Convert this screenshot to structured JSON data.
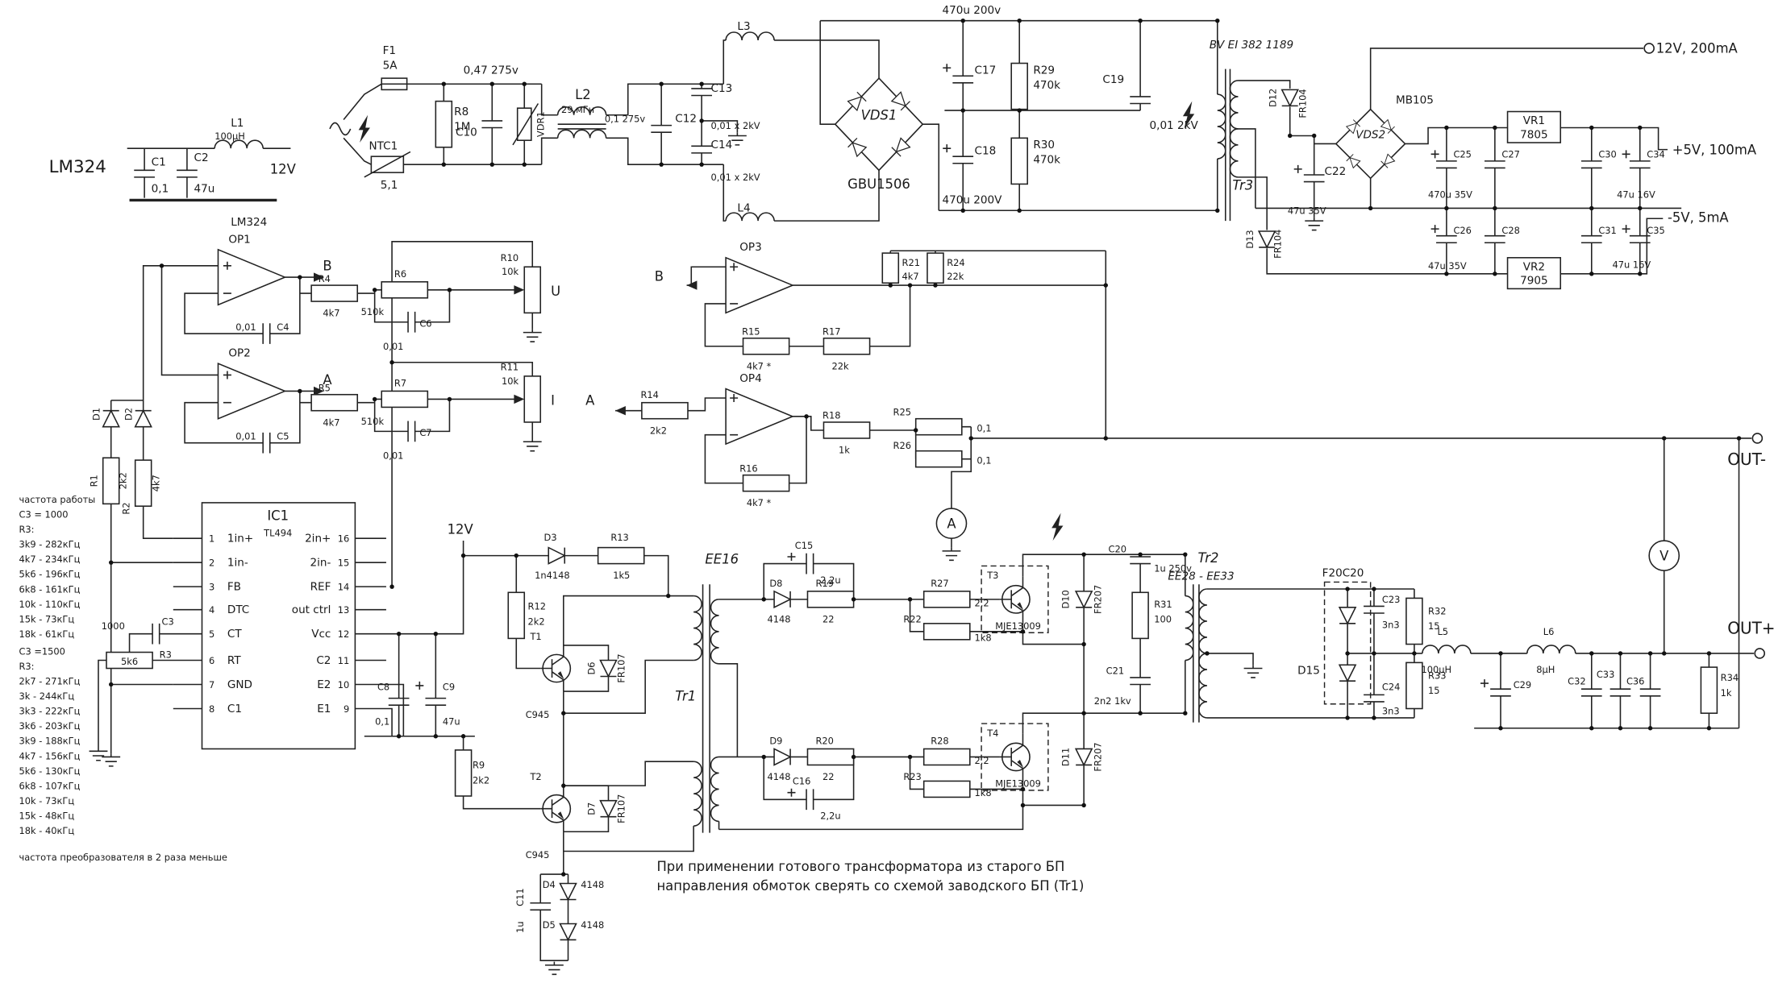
{
  "header": {
    "chip": "LM324",
    "rail12": "12V"
  },
  "input": {
    "L1": {
      "ref": "L1",
      "val": "100µH"
    },
    "C1": {
      "ref": "C1",
      "val": "0,1"
    },
    "C2": {
      "ref": "C2",
      "val": "47u"
    },
    "F1": {
      "ref": "F1",
      "val": "5A"
    },
    "R8": {
      "ref": "R8",
      "val": "1M"
    },
    "NTC1": {
      "ref": "NTC1",
      "val": "5,1"
    },
    "CX": {
      "ref": "C10",
      "val": "0,47 275v"
    },
    "VDR": {
      "ref": "VDR1"
    },
    "L2": {
      "ref": "L2",
      "val": "29 мГн"
    },
    "C12": {
      "ref": "C12",
      "val": "0,1 275v"
    },
    "C13": {
      "ref": "C13",
      "val": "0,01 x 2kV"
    },
    "C14": {
      "ref": "C14",
      "val": "0,01 x 2kV"
    },
    "L3": {
      "ref": "L3"
    },
    "L4": {
      "ref": "L4"
    }
  },
  "rect": {
    "VDS1": {
      "ref": "VDS1",
      "val": "GBU1506"
    },
    "cap_top": "470u 200v",
    "cap_bot": "470u 200V",
    "C17": {
      "ref": "C17"
    },
    "C18": {
      "ref": "C18"
    },
    "R29": {
      "ref": "R29",
      "val": "470k"
    },
    "R30": {
      "ref": "R30",
      "val": "470k"
    },
    "C19": {
      "ref": "C19",
      "val": "0,01 2kV"
    }
  },
  "aux": {
    "Tr3": {
      "ref": "Tr3",
      "val": "BV EI 382 1189"
    },
    "D12": {
      "ref": "D12",
      "val": "FR104"
    },
    "D13": {
      "ref": "D13",
      "val": "FR104"
    },
    "C22": {
      "ref": "C22",
      "val": "47u 35V"
    },
    "VDS2": {
      "ref": "VDS2",
      "val": "MB105"
    },
    "VR1": {
      "ref": "VR1",
      "val": "7805"
    },
    "VR2": {
      "ref": "VR2",
      "val": "7905"
    },
    "C25": {
      "ref": "C25"
    },
    "C26": {
      "ref": "C26"
    },
    "C27": {
      "ref": "C27"
    },
    "C28": {
      "ref": "C28"
    },
    "C30": {
      "ref": "C30"
    },
    "C31": {
      "ref": "C31"
    },
    "C34": {
      "ref": "C34"
    },
    "C35": {
      "ref": "C35"
    },
    "val_470u35": "470u 35V",
    "val_47u35": "47u 35V",
    "val_47u16": "47u 16V",
    "val_47u16b": "47u 16V",
    "out12": "12V, 200mA",
    "outP5": "+5V, 100mA",
    "outN5": "-5V, 5mA"
  },
  "op": {
    "chip": "LM324",
    "OP1": "OP1",
    "OP2": "OP2",
    "OP3": "OP3",
    "OP4": "OP4",
    "B": "B",
    "A": "A",
    "R4": {
      "ref": "R4",
      "val": "4k7"
    },
    "R5": {
      "ref": "R5",
      "val": "4k7"
    },
    "R6": {
      "ref": "R6",
      "val": "510k"
    },
    "R7": {
      "ref": "R7",
      "val": "510k"
    },
    "C4": {
      "ref": "C4",
      "val": "0,01"
    },
    "C5": {
      "ref": "C5",
      "val": "0,01"
    },
    "C6": {
      "ref": "C6",
      "val": "0,01"
    },
    "C7": {
      "ref": "C7",
      "val": "0,01"
    },
    "R10": {
      "ref": "R10",
      "val": "10k",
      "tag": "U"
    },
    "R11": {
      "ref": "R11",
      "val": "10k",
      "tag": "I"
    },
    "D1": {
      "ref": "D1"
    },
    "D2": {
      "ref": "D2"
    },
    "R1": {
      "ref": "R1",
      "val": "2k2"
    },
    "R2": {
      "ref": "R2",
      "val": "4k7"
    },
    "R21": {
      "ref": "R21",
      "val": "4k7"
    },
    "R24": {
      "ref": "R24",
      "val": "22k"
    },
    "R15": {
      "ref": "R15",
      "val": "4k7 *"
    },
    "R17": {
      "ref": "R17",
      "val": "22k"
    },
    "R14": {
      "ref": "R14",
      "val": "2k2"
    },
    "R18": {
      "ref": "R18",
      "val": "1k"
    },
    "R25": {
      "ref": "R25",
      "val": "0,1"
    },
    "R26": {
      "ref": "R26",
      "val": "0,1"
    },
    "R16": {
      "ref": "R16",
      "val": "4k7 *"
    },
    "ammeter": "A"
  },
  "pwm": {
    "ref": "IC1",
    "part": "TL494",
    "left": [
      {
        "num": "1",
        "name": "1in+"
      },
      {
        "num": "2",
        "name": "1in-"
      },
      {
        "num": "3",
        "name": "FB"
      },
      {
        "num": "4",
        "name": "DTC"
      },
      {
        "num": "5",
        "name": "CT"
      },
      {
        "num": "6",
        "name": "RT"
      },
      {
        "num": "7",
        "name": "GND"
      },
      {
        "num": "8",
        "name": "C1"
      }
    ],
    "right": [
      {
        "num": "16",
        "name": "2in+"
      },
      {
        "num": "15",
        "name": "2in-"
      },
      {
        "num": "14",
        "name": "REF"
      },
      {
        "num": "13",
        "name": "out ctrl"
      },
      {
        "num": "12",
        "name": "Vcc"
      },
      {
        "num": "11",
        "name": "C2"
      },
      {
        "num": "10",
        "name": "E2"
      },
      {
        "num": "9",
        "name": "E1"
      }
    ],
    "C3": {
      "ref": "C3",
      "val": "1000"
    },
    "R3": {
      "ref": "R3",
      "val": "5k6"
    }
  },
  "freq": {
    "title": "частота работы",
    "c3a": "C3 = 1000",
    "r3a": "R3:",
    "list1": [
      "3k9 - 282кГц",
      "4k7 - 234кГц",
      "5k6 - 196кГц",
      "6k8 - 161кГц",
      "10k - 110кГц",
      "15k - 73кГц",
      "18k - 61кГц"
    ],
    "c3b": "C3 =1500",
    "r3b": "R3:",
    "list2": [
      "2k7 - 271кГц",
      "3k - 244кГц",
      "3k3 - 222кГц",
      "3k6 - 203кГц",
      "3k9 - 188кГц",
      "4k7 - 156кГц",
      "5k6 - 130кГц",
      "6k8 - 107кГц",
      "10k - 73кГц",
      "15k - 48кГц",
      "18k - 40кГц"
    ],
    "footer": "частота преобразователя в 2 раза меньше"
  },
  "drv": {
    "rail": "12V",
    "D3": {
      "ref": "D3",
      "val": "1n4148"
    },
    "R13": {
      "ref": "R13",
      "val": "1k5"
    },
    "R12": {
      "ref": "R12",
      "val": "2k2"
    },
    "R9": {
      "ref": "R9",
      "val": "2k2"
    },
    "C8": {
      "ref": "C8",
      "val": "0,1"
    },
    "C9": {
      "ref": "C9",
      "val": "47u"
    },
    "T1": {
      "ref": "T1",
      "val": "C945"
    },
    "T2": {
      "ref": "T2",
      "val": "C945"
    },
    "D6": {
      "ref": "D6",
      "val": "FR107"
    },
    "D7": {
      "ref": "D7",
      "val": "FR107"
    },
    "C11": {
      "ref": "C11",
      "val": "1u"
    },
    "D4": {
      "ref": "D4",
      "val": "4148"
    },
    "D5": {
      "ref": "D5",
      "val": "4148"
    }
  },
  "conv": {
    "core": "EE16",
    "Tr1": "Tr1",
    "D8": {
      "ref": "D8",
      "val": "4148"
    },
    "D9": {
      "ref": "D9",
      "val": "4148"
    },
    "R19": {
      "ref": "R19",
      "val": "22"
    },
    "R20": {
      "ref": "R20",
      "val": "22"
    },
    "C15": {
      "ref": "C15",
      "val": "2,2u"
    },
    "C16": {
      "ref": "C16",
      "val": "2,2u"
    },
    "R27": {
      "ref": "R27",
      "val": "2,2"
    },
    "R28": {
      "ref": "R28",
      "val": "2,2"
    },
    "R22": {
      "ref": "R22",
      "val": "1k8"
    },
    "R23": {
      "ref": "R23",
      "val": "1k8"
    },
    "T3": {
      "ref": "T3",
      "val": "MJE13009"
    },
    "T4": {
      "ref": "T4",
      "val": "MJE13009"
    },
    "D10": {
      "ref": "D10",
      "val": "FR207"
    },
    "D11": {
      "ref": "D11",
      "val": "FR207"
    },
    "note1": "При применении готового трансформатора из старого БП",
    "note2": "направления обмоток сверять со схемой заводского БП (Tr1)"
  },
  "out": {
    "C20": {
      "ref": "C20",
      "val": "1u 250v"
    },
    "R31": {
      "ref": "R31",
      "val": "100"
    },
    "C21": {
      "ref": "C21",
      "val": "2n2 1kv"
    },
    "Tr2": {
      "ref": "Tr2",
      "val": "EE28 - EE33"
    },
    "F20C20": "F20C20",
    "D15": "D15",
    "C23": {
      "ref": "C23",
      "val": "3n3"
    },
    "C24": {
      "ref": "C24",
      "val": "3n3"
    },
    "R32": {
      "ref": "R32",
      "val": "15"
    },
    "R33": {
      "ref": "R33",
      "val": "15"
    },
    "L5": {
      "ref": "L5",
      "val": "100µH"
    },
    "L6": {
      "ref": "L6",
      "val": "8µH"
    },
    "C29": {
      "ref": "C29"
    },
    "C32": {
      "ref": "C32"
    },
    "C33": {
      "ref": "C33"
    },
    "C36": {
      "ref": "C36"
    },
    "R34": {
      "ref": "R34",
      "val": "1k"
    },
    "minus": "OUT-",
    "plus": "OUT+",
    "voltmeter": "V"
  }
}
